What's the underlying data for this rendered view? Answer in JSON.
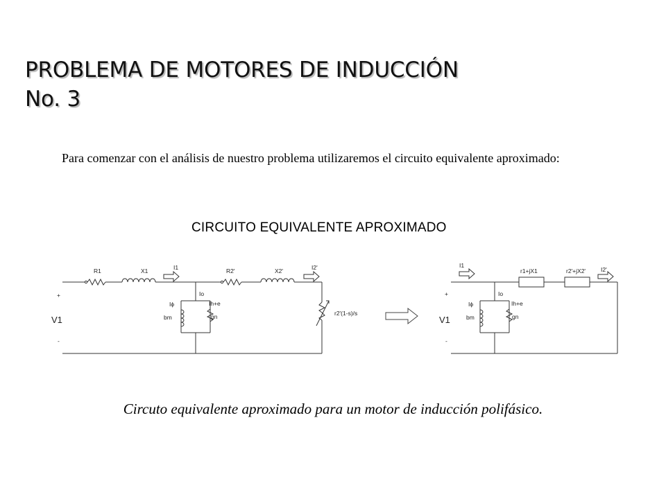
{
  "title": {
    "line1": "PROBLEMA DE MOTORES DE INDUCCIÓN",
    "line2": "No. 3"
  },
  "intro": "Para comenzar con el análisis de nuestro problema utilizaremos el circuito equivalente aproximado:",
  "figure": {
    "heading": "CIRCUITO EQUIVALENTE APROXIMADO",
    "left_circuit": {
      "r1": "R1",
      "x1": "X1",
      "i1": "I1",
      "r2": "R2'",
      "x2": "X2'",
      "i2": "I2'",
      "io": "Io",
      "iphi": "Iϕ",
      "ihe": "Ih+e",
      "bm": "bm",
      "gn": "gn",
      "load": "r2'(1-s)/s",
      "v1": "V1",
      "plus": "+",
      "minus": "-"
    },
    "right_circuit": {
      "i1": "I1",
      "z1": "r1+jX1",
      "z2": "r2'+jX2'",
      "i2": "I2'",
      "io": "Io",
      "iphi": "Iϕ",
      "ihe": "Ih+e",
      "bm": "bm",
      "gn": "gn",
      "v1": "V1",
      "plus": "+",
      "minus": "-"
    }
  },
  "caption": "Circuto equivalente aproximado para un motor de inducción polifásico."
}
